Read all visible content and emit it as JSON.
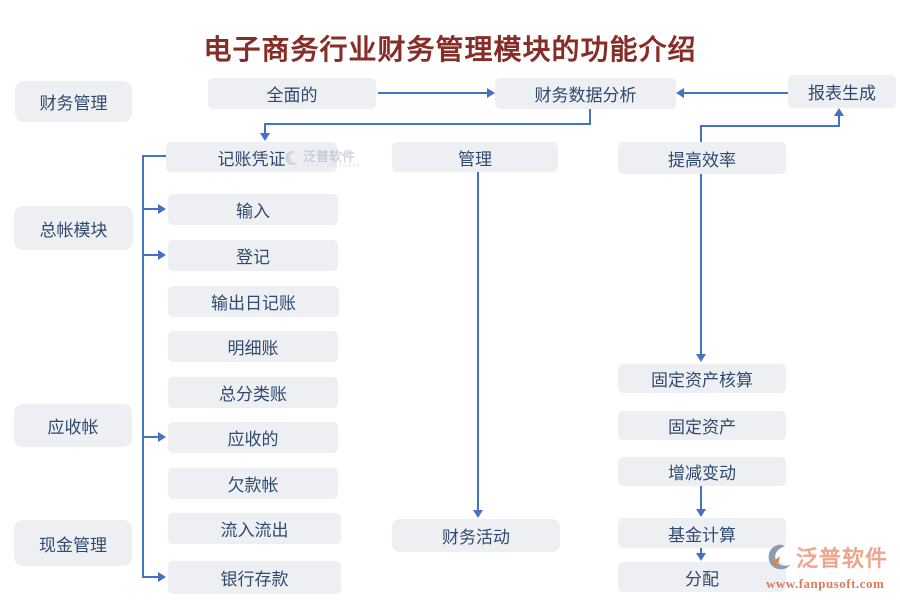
{
  "title": "电子商务行业财务管理模块的功能介绍",
  "colors": {
    "title_text": "#862d28",
    "box_background": "#edeff3",
    "box_text": "#304a6e",
    "connector_line": "#4472c4",
    "watermark_brand": "#eda58c",
    "watermark_url": "#dc7a5e"
  },
  "nodes": {
    "financial_management": "财务管理",
    "general_ledger_module": "总帐模块",
    "accounts_receivable": "应收帐",
    "cash_management": "现金管理",
    "comprehensive": "全面的",
    "financial_data_analysis": "财务数据分析",
    "report_generation": "报表生成",
    "accounting_voucher": "记账凭证",
    "management": "管理",
    "improve_efficiency": "提高效率",
    "input": "输入",
    "register": "登记",
    "output_journal": "输出日记账",
    "subsidiary_ledger": "明细账",
    "general_ledger": "总分类账",
    "receivable": "应收的",
    "debt_account": "欠款帐",
    "inflow_outflow": "流入流出",
    "bank_deposit": "银行存款",
    "financial_activity": "财务活动",
    "fixed_asset_accounting": "固定资产核算",
    "fixed_assets": "固定资产",
    "increase_decrease_change": "增减变动",
    "fund_calculation": "基金计算",
    "allocation": "分配"
  },
  "diagram": {
    "edges": [
      {
        "from": "comprehensive",
        "to": "financial_data_analysis"
      },
      {
        "from": "report_generation",
        "to": "financial_data_analysis"
      },
      {
        "from": "financial_data_analysis",
        "to": "accounting_voucher"
      },
      {
        "from": "accounting_voucher",
        "to": "input"
      },
      {
        "from": "accounting_voucher",
        "to": "register"
      },
      {
        "from": "accounting_voucher",
        "to": "receivable"
      },
      {
        "from": "accounting_voucher",
        "to": "bank_deposit"
      },
      {
        "from": "management",
        "to": "financial_activity"
      },
      {
        "from": "improve_efficiency",
        "to": "report_generation"
      },
      {
        "from": "improve_efficiency",
        "to": "fixed_asset_accounting"
      },
      {
        "from": "increase_decrease_change",
        "to": "fund_calculation"
      },
      {
        "from": "fund_calculation",
        "to": "allocation"
      }
    ]
  },
  "watermark": {
    "brand": "泛普软件",
    "brand_sub": "FANPU SOFTWARE",
    "url": "www.fanpusoft.com"
  }
}
